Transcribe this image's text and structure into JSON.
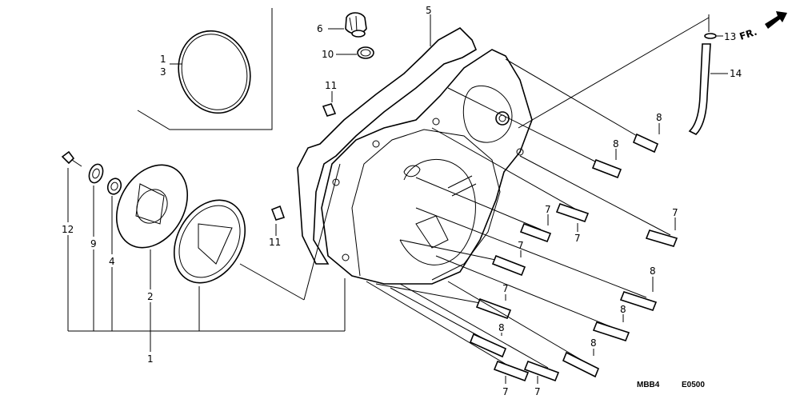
{
  "labels": {
    "l1a": "1",
    "l3": "3",
    "l5": "5",
    "l6": "6",
    "l10": "10",
    "l11a": "11",
    "l11b": "11",
    "l12": "12",
    "l9": "9",
    "l4": "4",
    "l2": "2",
    "l1b": "1",
    "l13": "13",
    "l14": "14",
    "fr": "FR.",
    "b8a": "8",
    "b8b": "8",
    "b7a": "7",
    "b7b": "7",
    "b7c": "7",
    "b7d": "7",
    "b8c": "8",
    "b7e": "7",
    "b8d": "8",
    "b8e": "8",
    "b8f": "8",
    "b7f": "7",
    "b7g": "7"
  },
  "footer": {
    "code": "MBB4",
    "ref": "E0500"
  }
}
